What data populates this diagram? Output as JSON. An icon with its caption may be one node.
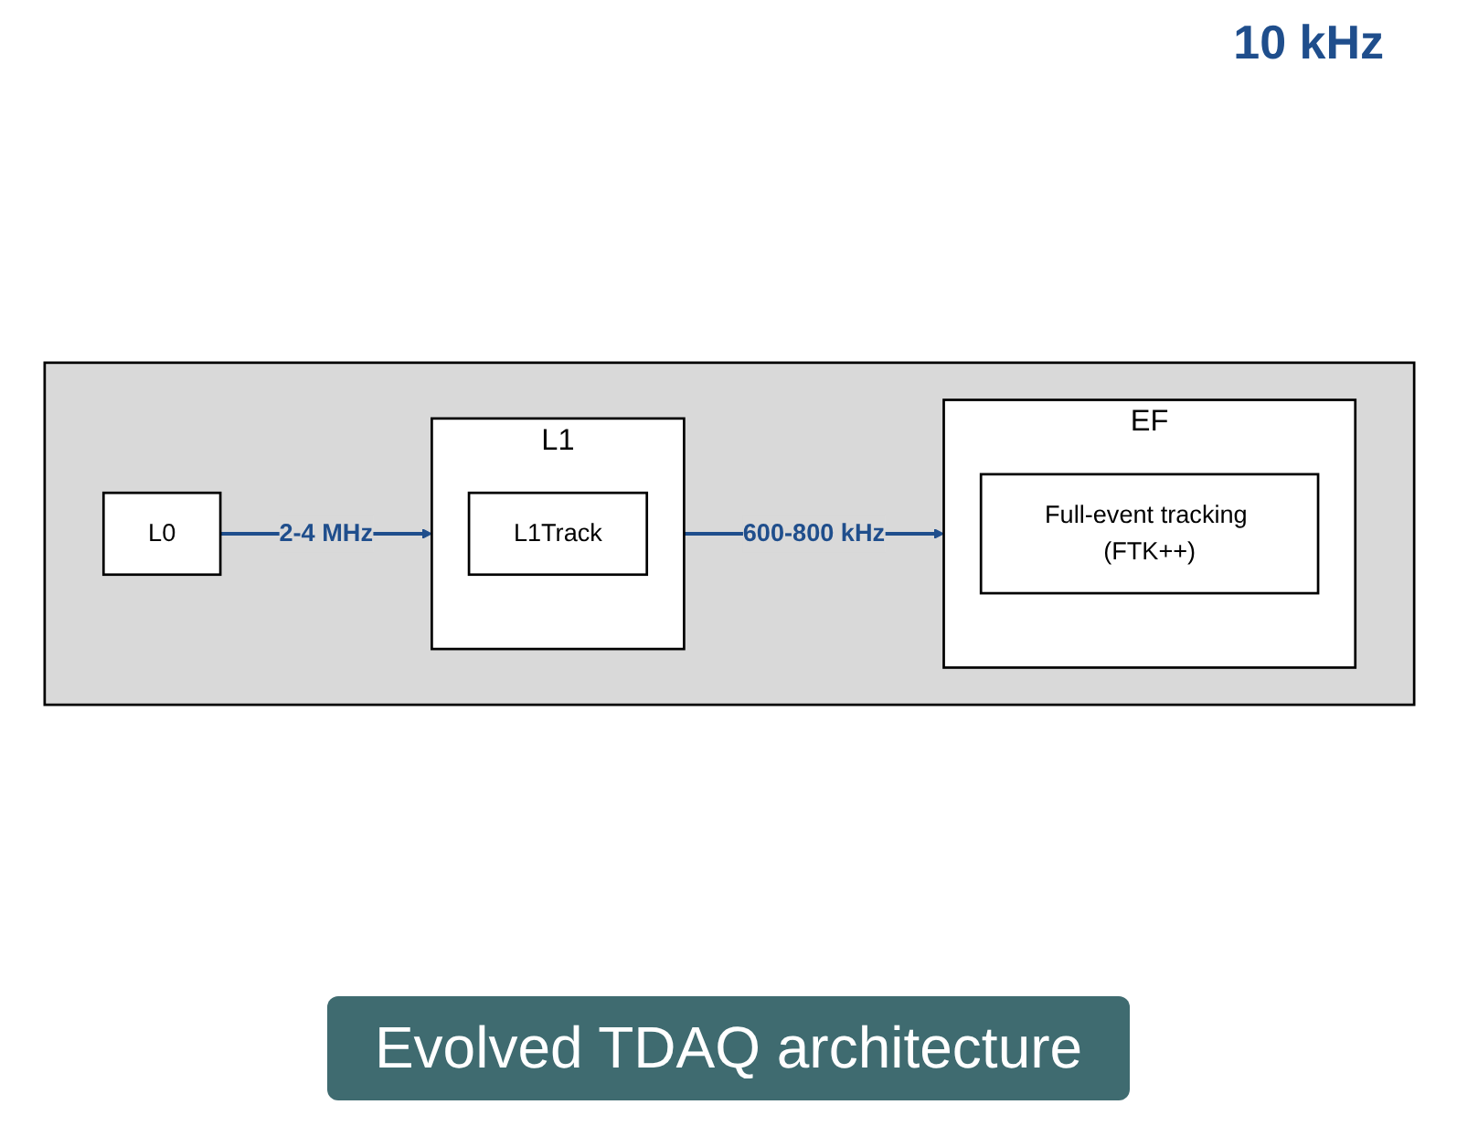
{
  "diagram": {
    "caption": "Evolved TDAQ architecture",
    "nodes": [
      {
        "text": [],
        "shape": "box"
      },
      {
        "text": [
          "L0"
        ],
        "in": 0
      },
      {
        "text": [
          "L1"
        ],
        "in": 0
      },
      {
        "text": [
          "L1Track"
        ],
        "in": 2
      },
      {
        "text": [
          "EF"
        ],
        "in": 0
      },
      {
        "text": [
          "Full-event tracking (FTK++)"
        ],
        "in": 4
      }
    ],
    "edges": [
      {
        "from": 1,
        "to": 2,
        "arrow": "to",
        "label": "2-4 MHz"
      },
      {
        "from": 2,
        "to": 4,
        "arrow": "to",
        "label": "600-800 kHz"
      }
    ],
    "labels": [
      "10 kHz"
    ]
  }
}
